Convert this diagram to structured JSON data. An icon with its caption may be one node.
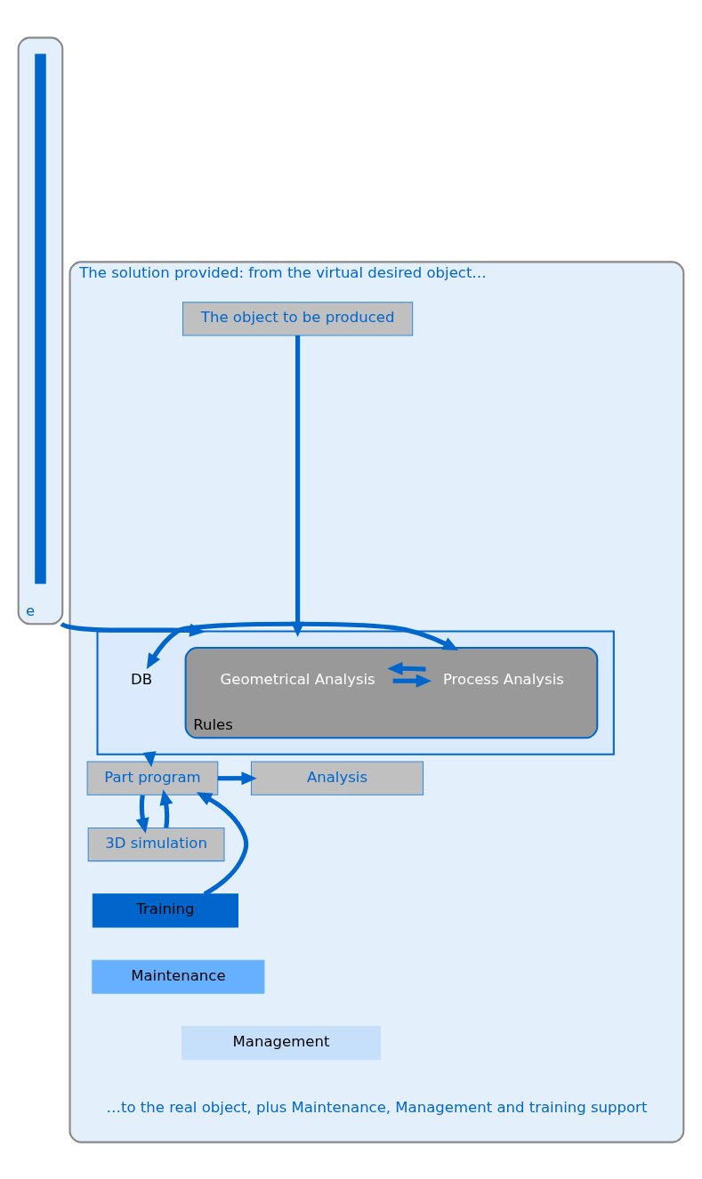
{
  "diagram": {
    "nodes": [
      {
        "text": [
          "e"
        ]
      },
      {
        "text": [],
        "shape": "bar",
        "in": 0
      },
      {
        "text": [
          "The solution provided: from the virtual desired object…",
          "…to the real object, plus Maintenance, Management and training support"
        ]
      },
      {
        "text": [
          "The object to be produced"
        ],
        "in": 2
      },
      {
        "text": [],
        "shape": "box",
        "in": 2
      },
      {
        "text": [
          "Rules"
        ],
        "in": 4
      },
      {
        "text": [
          "Geometrical Analysis"
        ],
        "in": 5
      },
      {
        "text": [
          "Process Analysis"
        ],
        "in": 5
      },
      {
        "text": [
          "DB"
        ],
        "in": 4
      },
      {
        "text": [
          "Part program"
        ],
        "in": 2
      },
      {
        "text": [
          "Analysis"
        ],
        "in": 2
      },
      {
        "text": [
          "3D simulation"
        ],
        "in": 2
      },
      {
        "text": [
          "Training"
        ],
        "in": 2
      },
      {
        "text": [
          "Maintenance"
        ],
        "in": 2
      },
      {
        "text": [
          "Management"
        ],
        "in": 2
      }
    ],
    "edges": [
      {
        "from": 0,
        "to": 4,
        "arrow": "to"
      },
      {
        "from": 3,
        "to": 4,
        "arrow": "to"
      },
      {
        "from": 6,
        "to": 7,
        "arrow": "to"
      },
      {
        "from": 7,
        "to": 6,
        "arrow": "to"
      },
      {
        "from": 5,
        "to": 8,
        "arrow": "both"
      },
      {
        "from": 4,
        "to": 9,
        "arrow": "to"
      },
      {
        "from": 9,
        "to": 11,
        "arrow": "to"
      },
      {
        "from": 11,
        "to": 9,
        "arrow": "to"
      },
      {
        "from": 12,
        "to": 9,
        "arrow": "to"
      },
      {
        "from": 9,
        "to": 10,
        "arrow": "to"
      }
    ]
  }
}
